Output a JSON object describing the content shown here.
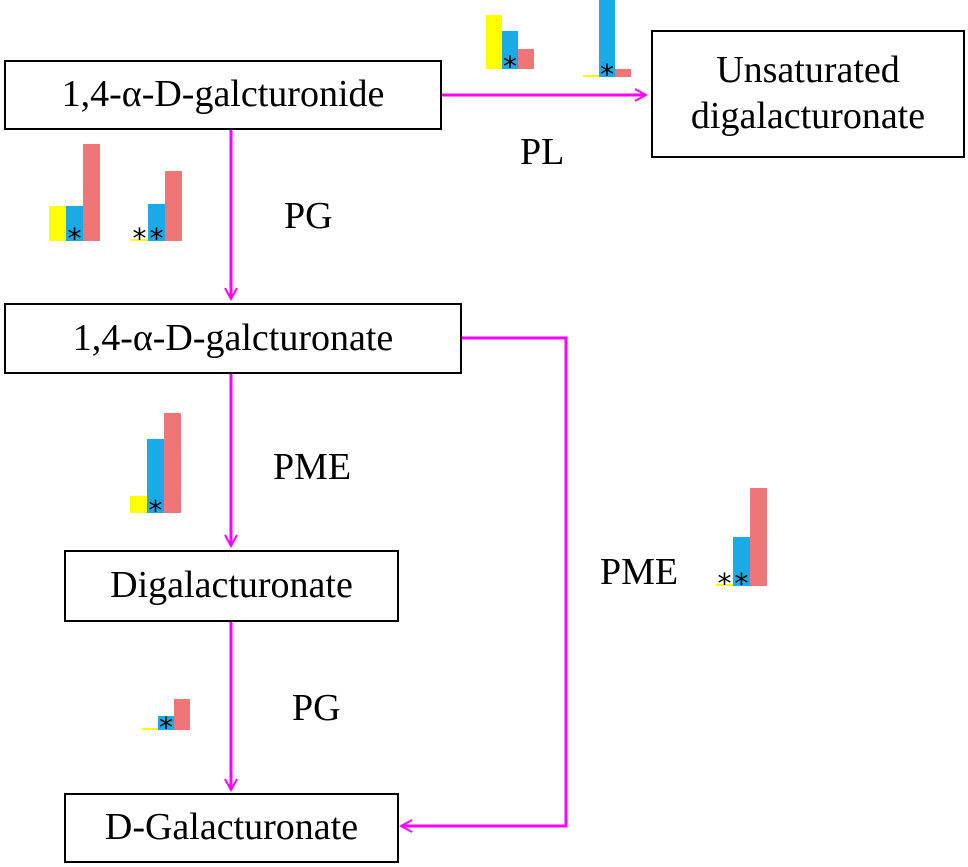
{
  "nodes": {
    "galacturonide": "1,4-α-D-galcturonide",
    "unsaturated_line1": "Unsaturated",
    "unsaturated_line2": "digalacturonate",
    "galacturonate": "1,4-α-D-galcturonate",
    "digalacturonate": "Digalacturonate",
    "d_galacturonate": "D-Galacturonate"
  },
  "enzymes": {
    "pl": "PL",
    "pg_top": "PG",
    "pme_mid": "PME",
    "pme_right": "PME",
    "pg_bottom": "PG"
  },
  "colors": {
    "arrow": "#ff00ff",
    "bar_1": "#ffff00",
    "bar_2": "#1aaae8",
    "bar_3": "#f07577",
    "text": "#000000"
  },
  "chart_data": [
    {
      "type": "bar",
      "id": "pl-gene-1",
      "values": [
        54,
        38,
        20
      ],
      "significance": [
        "",
        "*",
        ""
      ]
    },
    {
      "type": "bar",
      "id": "pl-gene-2",
      "values": [
        0,
        77,
        8
      ],
      "significance": [
        "",
        "*",
        ""
      ]
    },
    {
      "type": "bar",
      "id": "pg-top-gene-1",
      "values": [
        35,
        35,
        97
      ],
      "significance": [
        "",
        "*",
        ""
      ]
    },
    {
      "type": "bar",
      "id": "pg-top-gene-2",
      "values": [
        0,
        37,
        70
      ],
      "significance": [
        "*",
        "*",
        ""
      ]
    },
    {
      "type": "bar",
      "id": "pme-mid-gene-1",
      "values": [
        17,
        74,
        100
      ],
      "significance": [
        "",
        "*",
        ""
      ]
    },
    {
      "type": "bar",
      "id": "pme-right-gene-1",
      "values": [
        2,
        49,
        98
      ],
      "significance": [
        "*",
        "*",
        ""
      ]
    },
    {
      "type": "bar",
      "id": "pg-bottom-gene-1",
      "values": [
        2,
        14,
        31
      ],
      "significance": [
        "",
        "*",
        ""
      ]
    }
  ]
}
